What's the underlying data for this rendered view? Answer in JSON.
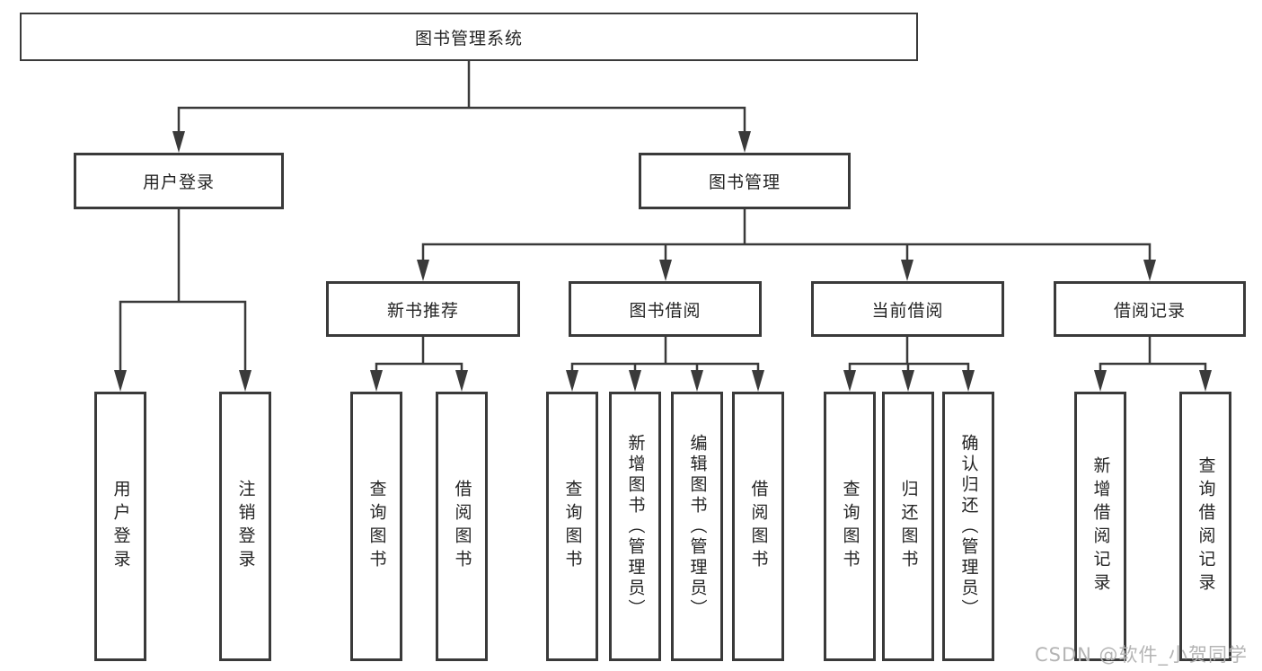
{
  "tree": {
    "root": {
      "label": "图书管理系统"
    },
    "branches": [
      {
        "label": "用户登录",
        "children": [
          "用户登录",
          "注销登录"
        ]
      },
      {
        "label": "图书管理",
        "groups": [
          {
            "label": "新书推荐",
            "children": [
              "查询图书",
              "借阅图书"
            ]
          },
          {
            "label": "图书借阅",
            "children": [
              "查询图书",
              "新增图书（管理员）",
              "编辑图书（管理员）",
              "借阅图书"
            ]
          },
          {
            "label": "当前借阅",
            "children": [
              "查询图书",
              "归还图书",
              "确认归还（管理员）"
            ]
          },
          {
            "label": "借阅记录",
            "children": [
              "新增借阅记录",
              "查询借阅记录"
            ]
          }
        ]
      }
    ]
  },
  "watermark": "CSDN @软件_小贺同学",
  "colors": {
    "line": "#3a3a3a",
    "box_border": "#3a3a3a",
    "text": "#242424",
    "watermark": "#b4b4b4",
    "background": "#ffffff"
  }
}
